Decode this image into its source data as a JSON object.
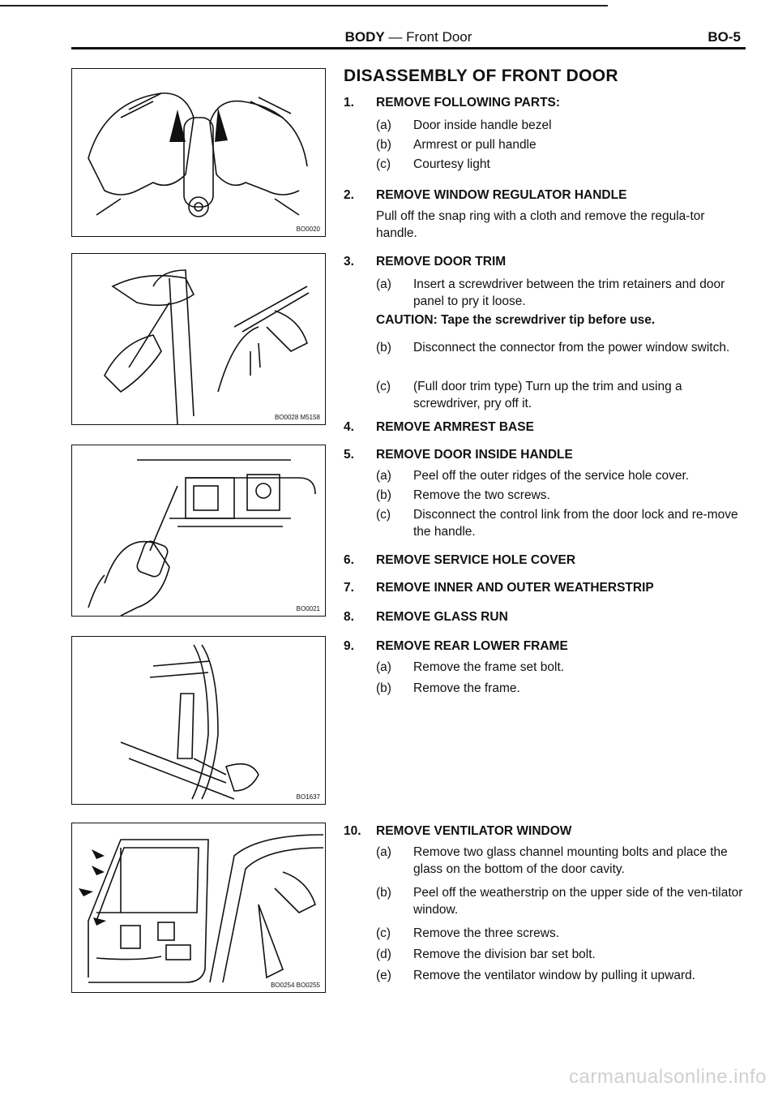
{
  "header": {
    "section": "BODY",
    "dash": "—",
    "subsection": "Front Door",
    "page": "BO-5"
  },
  "figures": [
    "BO0020",
    "BO0028 M5158",
    "BO0021",
    "BO1637",
    "BO0254 BO0255"
  ],
  "title": "DISASSEMBLY OF FRONT DOOR",
  "steps": [
    {
      "num": "1.",
      "label": "REMOVE FOLLOWING PARTS:",
      "subs": [
        {
          "lbl": "(a)",
          "text": "Door inside handle bezel"
        },
        {
          "lbl": "(b)",
          "text": "Armrest or pull handle"
        },
        {
          "lbl": "(c)",
          "text": "Courtesy light"
        }
      ]
    },
    {
      "num": "2.",
      "label": "REMOVE WINDOW REGULATOR HANDLE",
      "para": "Pull off the snap ring with a cloth and remove the regula-tor handle."
    },
    {
      "num": "3.",
      "label": "REMOVE DOOR TRIM",
      "subs": [
        {
          "lbl": "(a)",
          "text": "Insert a screwdriver between the trim retainers and door panel to pry it loose."
        },
        {
          "lbl": "(b)",
          "text": "Disconnect the connector from the power window switch."
        },
        {
          "lbl": "(c)",
          "text": "(Full door trim type) Turn up the trim and using a screwdriver, pry off it."
        }
      ],
      "caution": "CAUTION:  Tape the screwdriver tip before use."
    },
    {
      "num": "4.",
      "label": "REMOVE ARMREST BASE"
    },
    {
      "num": "5.",
      "label": "REMOVE DOOR INSIDE HANDLE",
      "subs": [
        {
          "lbl": "(a)",
          "text": "Peel off the outer ridges of the service hole cover."
        },
        {
          "lbl": "(b)",
          "text": "Remove the two screws."
        },
        {
          "lbl": "(c)",
          "text": "Disconnect the control link from the door lock and re-move the handle."
        }
      ]
    },
    {
      "num": "6.",
      "label": "REMOVE SERVICE HOLE COVER"
    },
    {
      "num": "7.",
      "label": "REMOVE INNER AND OUTER WEATHERSTRIP"
    },
    {
      "num": "8.",
      "label": "REMOVE GLASS RUN"
    },
    {
      "num": "9.",
      "label": "REMOVE REAR LOWER FRAME",
      "subs": [
        {
          "lbl": "(a)",
          "text": "Remove the frame set bolt."
        },
        {
          "lbl": "(b)",
          "text": "Remove the frame."
        }
      ]
    },
    {
      "num": "10.",
      "label": "REMOVE VENTILATOR WINDOW",
      "subs": [
        {
          "lbl": "(a)",
          "text": "Remove two glass channel mounting bolts and place the glass on the bottom of the door cavity."
        },
        {
          "lbl": "(b)",
          "text": "Peel off the weatherstrip on the upper side of the ven-tilator window."
        },
        {
          "lbl": "(c)",
          "text": "Remove the three screws."
        },
        {
          "lbl": "(d)",
          "text": "Remove the division bar set bolt."
        },
        {
          "lbl": "(e)",
          "text": "Remove the ventilator window by pulling it upward."
        }
      ]
    }
  ],
  "footer": "carmanualsonline.info"
}
